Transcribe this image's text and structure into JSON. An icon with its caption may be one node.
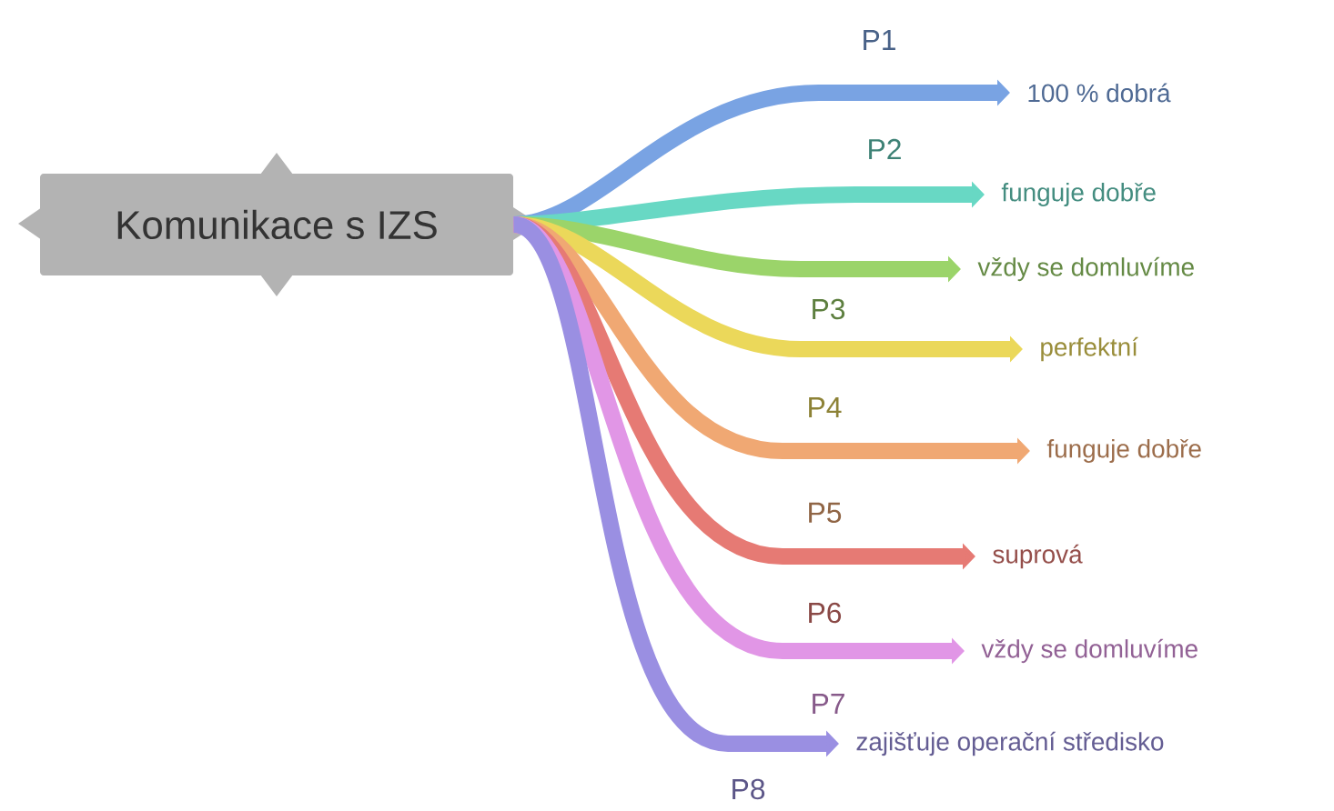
{
  "diagram": {
    "nodes": [
      {
        "text": [
          "Komunikace s IZS"
        ]
      },
      {
        "text": [
          "100 % dobrá"
        ]
      },
      {
        "text": [
          "funguje dobře"
        ]
      },
      {
        "text": [
          "vždy se domluvíme"
        ]
      },
      {
        "text": [
          "perfektní"
        ]
      },
      {
        "text": [
          "funguje dobře"
        ]
      },
      {
        "text": [
          "suprová"
        ]
      },
      {
        "text": [
          "vždy se domluvíme"
        ]
      },
      {
        "text": [
          "zajišťuje operační středisko"
        ]
      }
    ],
    "edges": [
      {
        "from": 0,
        "to": 1,
        "arrow": "to",
        "label": "P1",
        "color": "#79a3e3"
      },
      {
        "from": 0,
        "to": 2,
        "arrow": "to",
        "label": "P2",
        "color": "#68d8c4"
      },
      {
        "from": 0,
        "to": 3,
        "arrow": "to",
        "label": "P3",
        "color": "#9bd46a"
      },
      {
        "from": 0,
        "to": 4,
        "arrow": "to",
        "label": "P4",
        "color": "#ebd85a"
      },
      {
        "from": 0,
        "to": 5,
        "arrow": "to",
        "label": "P5",
        "color": "#f0a873"
      },
      {
        "from": 0,
        "to": 6,
        "arrow": "to",
        "label": "P6",
        "color": "#e67a74"
      },
      {
        "from": 0,
        "to": 7,
        "arrow": "to",
        "label": "P7",
        "color": "#e196e6"
      },
      {
        "from": 0,
        "to": 8,
        "arrow": "to",
        "label": "P8",
        "color": "#9a8fe2"
      }
    ]
  }
}
